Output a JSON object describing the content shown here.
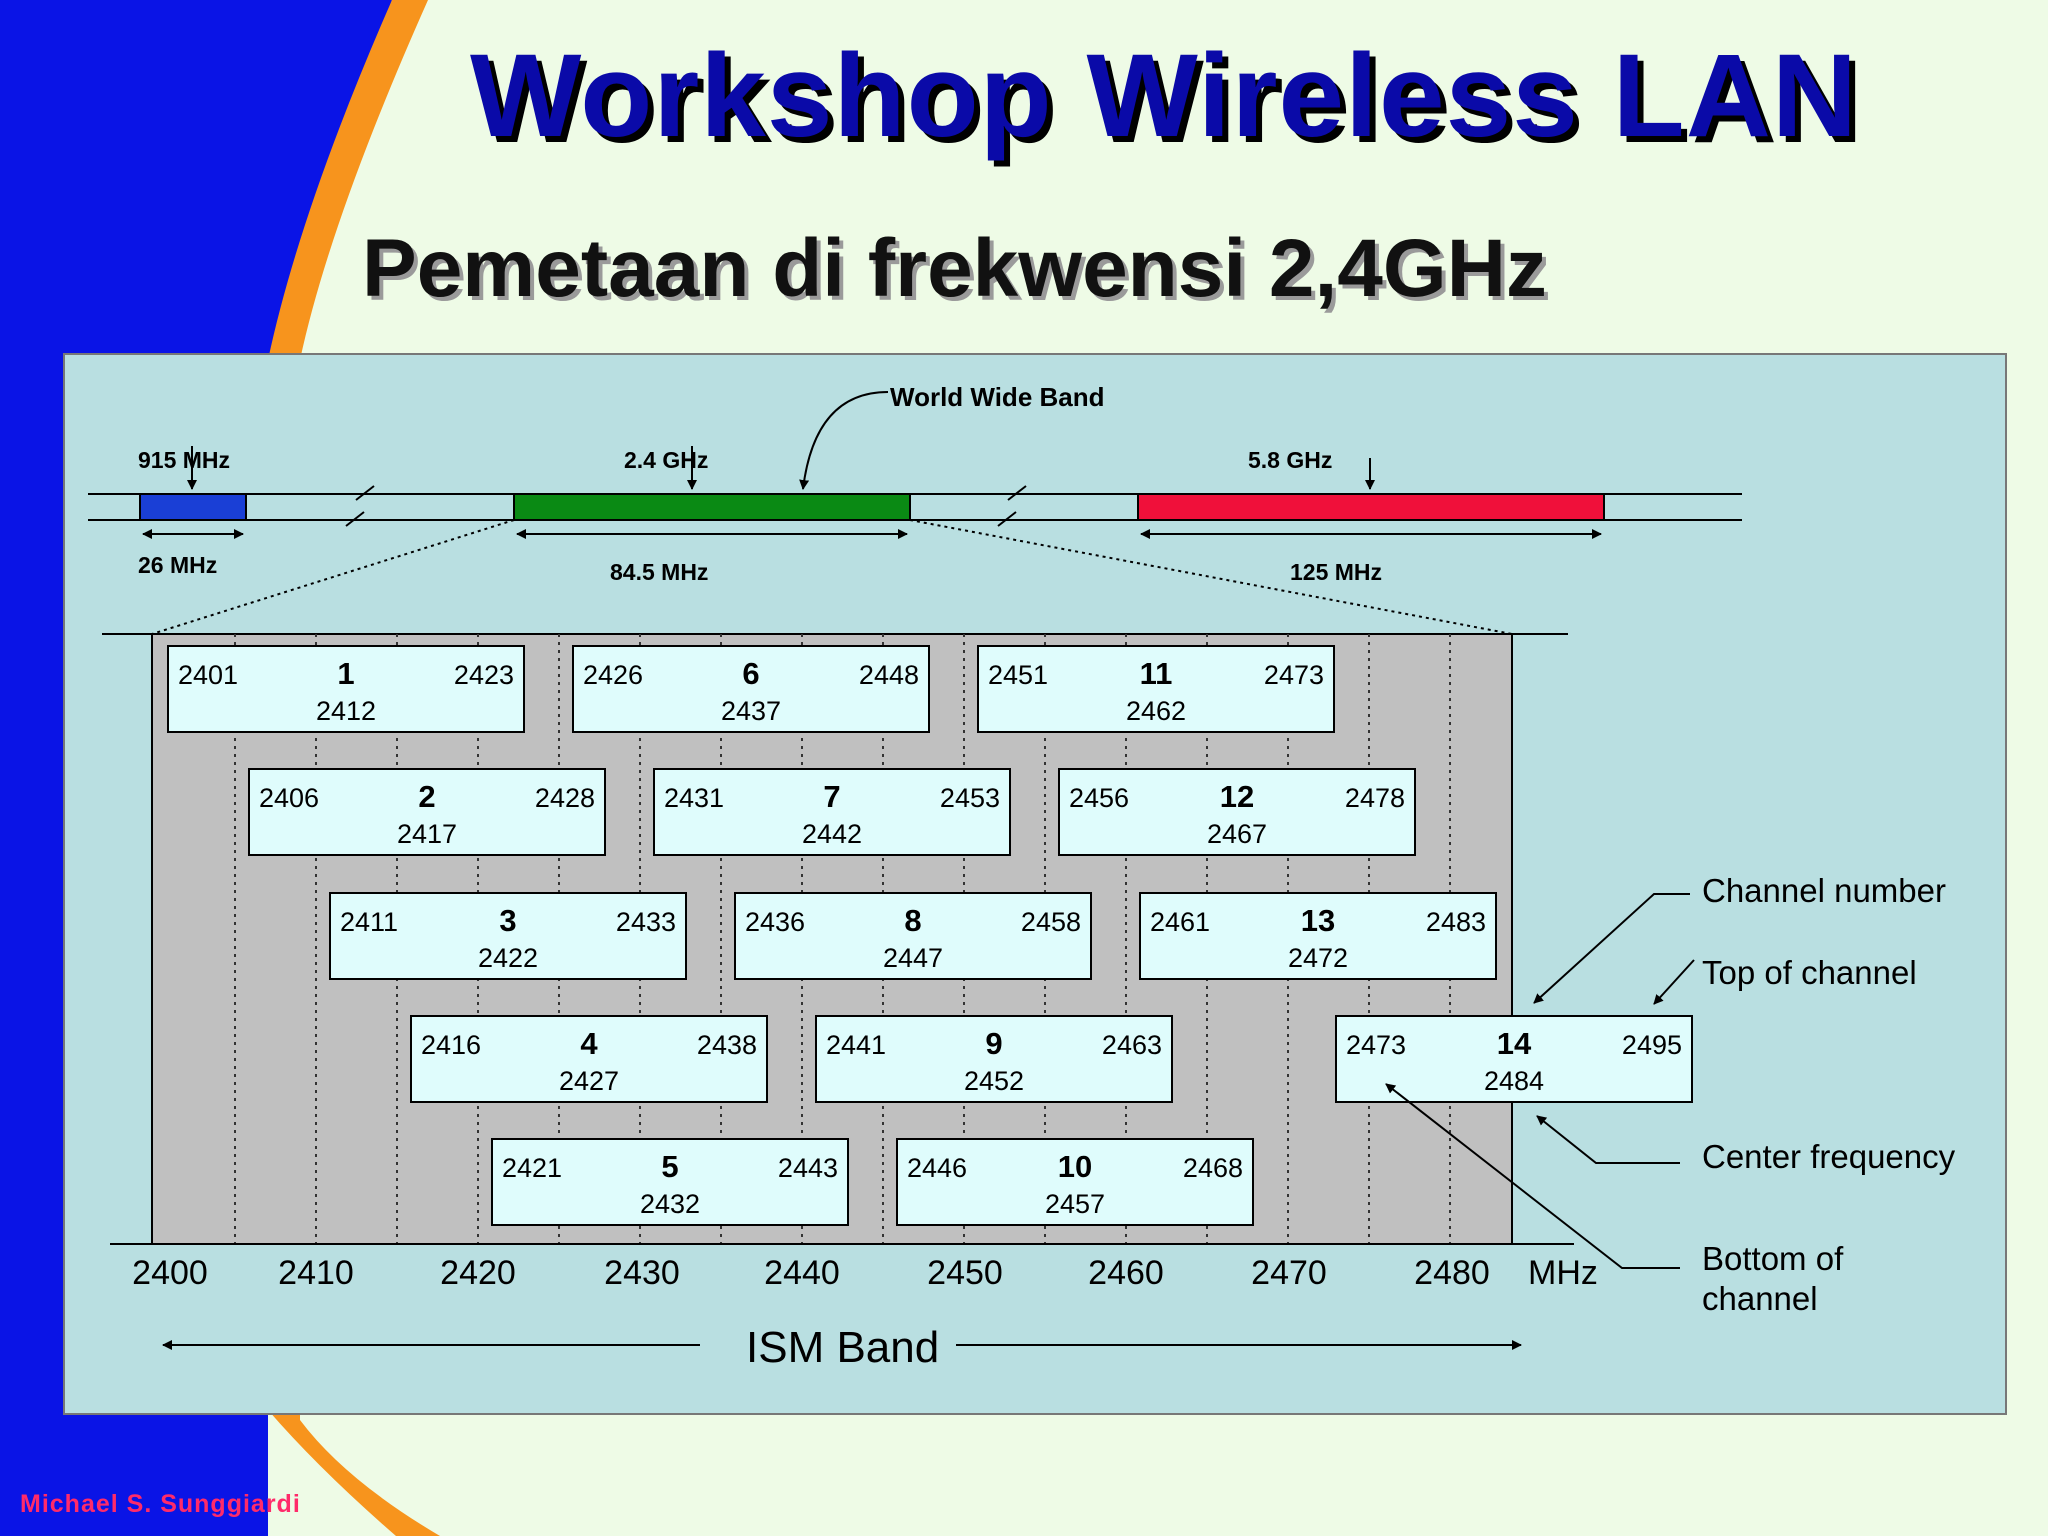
{
  "slide": {
    "title": "Workshop Wireless LAN",
    "subtitle": "Pemetaan di frekwensi 2,4GHz",
    "author": "Michael S. Sunggiardi"
  },
  "colors": {
    "background": "#eefbe6",
    "left_panel": "#0a14e6",
    "accent_stripe": "#f7941d",
    "diagram_panel": "#b9dfe1",
    "band_915": "#1a3fd6",
    "band_24": "#0a8a14",
    "band_58": "#f0103a",
    "channel_area": "#c0c0c0",
    "channel_box": "#dffcfc"
  },
  "bands": {
    "band_915": {
      "label": "915 MHz",
      "width_label": "26 MHz"
    },
    "band_24": {
      "label": "2.4 GHz",
      "width_label": "84.5 MHz"
    },
    "band_58": {
      "label": "5.8 GHz",
      "width_label": "125 MHz"
    },
    "world_wide": "World Wide Band"
  },
  "axis": {
    "ticks": [
      "2400",
      "2410",
      "2420",
      "2430",
      "2440",
      "2450",
      "2460",
      "2470",
      "2480"
    ],
    "unit": "MHz",
    "ism_label": "ISM Band"
  },
  "channels": [
    {
      "number": "1",
      "bottom": "2401",
      "center": "2412",
      "top": "2423"
    },
    {
      "number": "2",
      "bottom": "2406",
      "center": "2417",
      "top": "2428"
    },
    {
      "number": "3",
      "bottom": "2411",
      "center": "2422",
      "top": "2433"
    },
    {
      "number": "4",
      "bottom": "2416",
      "center": "2427",
      "top": "2438"
    },
    {
      "number": "5",
      "bottom": "2421",
      "center": "2432",
      "top": "2443"
    },
    {
      "number": "6",
      "bottom": "2426",
      "center": "2437",
      "top": "2448"
    },
    {
      "number": "7",
      "bottom": "2431",
      "center": "2442",
      "top": "2453"
    },
    {
      "number": "8",
      "bottom": "2436",
      "center": "2447",
      "top": "2458"
    },
    {
      "number": "9",
      "bottom": "2441",
      "center": "2452",
      "top": "2463"
    },
    {
      "number": "10",
      "bottom": "2446",
      "center": "2457",
      "top": "2468"
    },
    {
      "number": "11",
      "bottom": "2451",
      "center": "2462",
      "top": "2473"
    },
    {
      "number": "12",
      "bottom": "2456",
      "center": "2467",
      "top": "2478"
    },
    {
      "number": "13",
      "bottom": "2461",
      "center": "2472",
      "top": "2483"
    },
    {
      "number": "14",
      "bottom": "2473",
      "center": "2484",
      "top": "2495"
    }
  ],
  "legend": {
    "channel_number": "Channel number",
    "top_of_channel": "Top of channel",
    "center_frequency": "Center frequency",
    "bottom_of_channel_line1": "Bottom of",
    "bottom_of_channel_line2": "channel"
  }
}
